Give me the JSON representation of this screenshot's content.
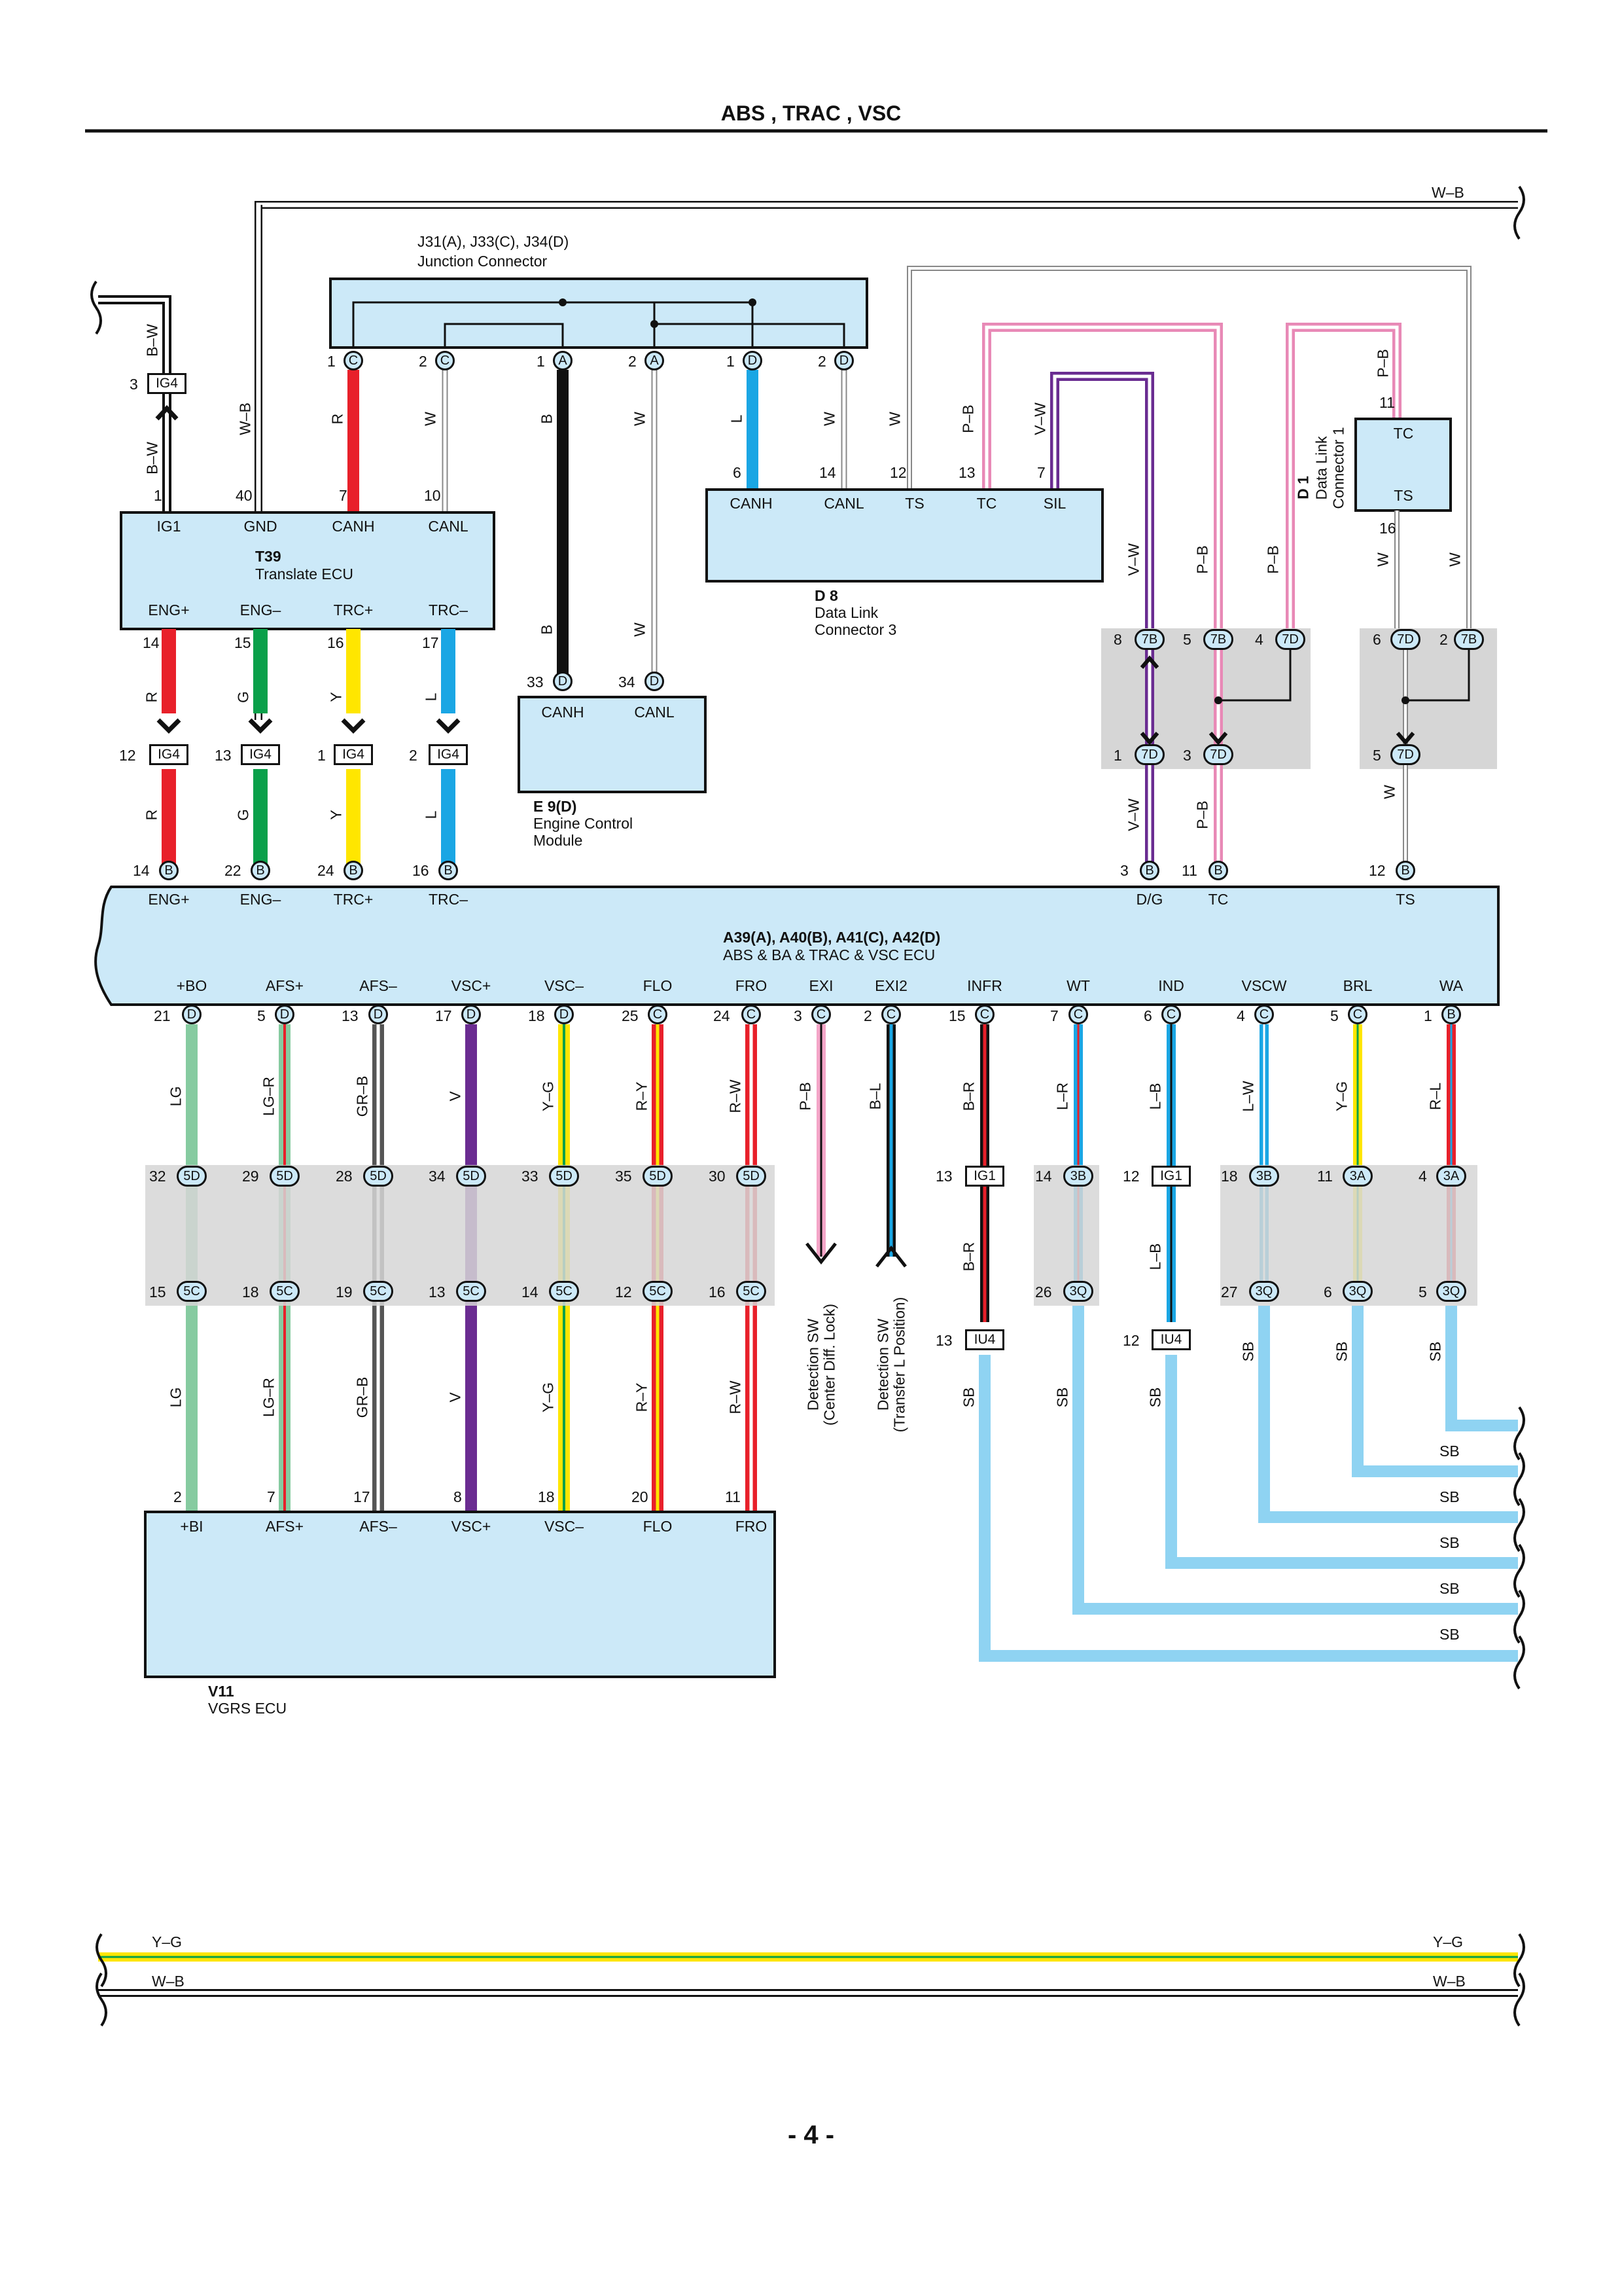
{
  "header": {
    "title": "ABS , TRAC , VSC"
  },
  "footer": {
    "page_number": "- 4 -"
  },
  "top_bus": {
    "label": "W–B"
  },
  "bottom_bus": {
    "label1_left": "Y–G",
    "label1_right": "Y–G",
    "label2_left": "W–B",
    "label2_right": "W–B"
  },
  "junction": {
    "id": "J31(A), J33(C), J34(D)",
    "name": "Junction Connector",
    "pins": [
      {
        "num": "1",
        "conn": "C"
      },
      {
        "num": "2",
        "conn": "C"
      },
      {
        "num": "1",
        "conn": "A"
      },
      {
        "num": "2",
        "conn": "A"
      },
      {
        "num": "1",
        "conn": "D"
      },
      {
        "num": "2",
        "conn": "D"
      }
    ]
  },
  "t39": {
    "id": "T39",
    "name": "Translate ECU",
    "top_pins": [
      {
        "num": "1",
        "name": "IG1"
      },
      {
        "num": "40",
        "name": "GND"
      },
      {
        "num": "7",
        "name": "CANH"
      },
      {
        "num": "10",
        "name": "CANL"
      }
    ],
    "bottom_pins": [
      {
        "num": "14",
        "name": "ENG+"
      },
      {
        "num": "15",
        "name": "ENG–"
      },
      {
        "num": "16",
        "name": "TRC+"
      },
      {
        "num": "17",
        "name": "TRC–"
      }
    ]
  },
  "ig4_top": {
    "pin": "3",
    "label": "IG4"
  },
  "ig4_row": [
    {
      "pin": "12",
      "label": "IG4"
    },
    {
      "pin": "13",
      "label": "IG4"
    },
    {
      "pin": "1",
      "label": "IG4"
    },
    {
      "pin": "2",
      "label": "IG4"
    }
  ],
  "d8": {
    "id": "D 8",
    "name1": "Data Link",
    "name2": "Connector 3",
    "pins": [
      {
        "num": "6",
        "name": "CANH"
      },
      {
        "num": "14",
        "name": "CANL"
      },
      {
        "num": "12",
        "name": "TS"
      },
      {
        "num": "13",
        "name": "TC"
      },
      {
        "num": "7",
        "name": "SIL"
      }
    ]
  },
  "d1": {
    "id": "D 1",
    "name1": "Data Link",
    "name2": "Connector 1",
    "pin_tc": "11",
    "name_tc": "TC",
    "pin_ts": "16",
    "name_ts": "TS"
  },
  "e9": {
    "id": "E 9(D)",
    "name1": "Engine Control",
    "name2": "Module",
    "pins": [
      {
        "num": "33",
        "conn": "D",
        "name": "CANH"
      },
      {
        "num": "34",
        "conn": "D",
        "name": "CANL"
      }
    ]
  },
  "abs_ecu": {
    "id": "A39(A), A40(B), A41(C), A42(D)",
    "name": "ABS & BA & TRAC & VSC ECU",
    "top_pins": [
      {
        "num": "14",
        "conn": "B",
        "name": "ENG+"
      },
      {
        "num": "22",
        "conn": "B",
        "name": "ENG–"
      },
      {
        "num": "24",
        "conn": "B",
        "name": "TRC+"
      },
      {
        "num": "16",
        "conn": "B",
        "name": "TRC–"
      },
      {
        "num": "3",
        "conn": "B",
        "name": "D/G"
      },
      {
        "num": "11",
        "conn": "B",
        "name": "TC"
      },
      {
        "num": "12",
        "conn": "B",
        "name": "TS"
      }
    ],
    "bottom_pins": [
      {
        "num": "21",
        "conn": "D",
        "name": "+BO"
      },
      {
        "num": "5",
        "conn": "D",
        "name": "AFS+"
      },
      {
        "num": "13",
        "conn": "D",
        "name": "AFS–"
      },
      {
        "num": "17",
        "conn": "D",
        "name": "VSC+"
      },
      {
        "num": "18",
        "conn": "D",
        "name": "VSC–"
      },
      {
        "num": "25",
        "conn": "C",
        "name": "FLO"
      },
      {
        "num": "24",
        "conn": "C",
        "name": "FRO"
      },
      {
        "num": "3",
        "conn": "C",
        "name": "EXI"
      },
      {
        "num": "2",
        "conn": "C",
        "name": "EXI2"
      },
      {
        "num": "15",
        "conn": "C",
        "name": "INFR"
      },
      {
        "num": "7",
        "conn": "C",
        "name": "WT"
      },
      {
        "num": "6",
        "conn": "C",
        "name": "IND"
      },
      {
        "num": "4",
        "conn": "C",
        "name": "VSCW"
      },
      {
        "num": "5",
        "conn": "C",
        "name": "BRL"
      },
      {
        "num": "1",
        "conn": "B",
        "name": "WA"
      }
    ]
  },
  "v11": {
    "id": "V11",
    "name": "VGRS ECU",
    "pins": [
      {
        "num": "2",
        "name": "+BI"
      },
      {
        "num": "7",
        "name": "AFS+"
      },
      {
        "num": "17",
        "name": "AFS–"
      },
      {
        "num": "8",
        "name": "VSC+"
      },
      {
        "num": "18",
        "name": "VSC–"
      },
      {
        "num": "20",
        "name": "FLO"
      },
      {
        "num": "11",
        "name": "FRO"
      }
    ]
  },
  "row_5d": [
    {
      "pin": "32",
      "label": "5D"
    },
    {
      "pin": "29",
      "label": "5D"
    },
    {
      "pin": "28",
      "label": "5D"
    },
    {
      "pin": "34",
      "label": "5D"
    },
    {
      "pin": "33",
      "label": "5D"
    },
    {
      "pin": "35",
      "label": "5D"
    },
    {
      "pin": "30",
      "label": "5D"
    }
  ],
  "row_5c": [
    {
      "pin": "15",
      "label": "5C"
    },
    {
      "pin": "18",
      "label": "5C"
    },
    {
      "pin": "19",
      "label": "5C"
    },
    {
      "pin": "13",
      "label": "5C"
    },
    {
      "pin": "14",
      "label": "5C"
    },
    {
      "pin": "12",
      "label": "5C"
    },
    {
      "pin": "16",
      "label": "5C"
    }
  ],
  "right_upper_conn": [
    {
      "pin": "13",
      "label": "IG1",
      "type": "rect"
    },
    {
      "pin": "14",
      "label": "3B",
      "type": "pill"
    },
    {
      "pin": "12",
      "label": "IG1",
      "type": "rect"
    },
    {
      "pin": "18",
      "label": "3B",
      "type": "pill"
    },
    {
      "pin": "11",
      "label": "3A",
      "type": "pill"
    },
    {
      "pin": "4",
      "label": "3A",
      "type": "pill"
    }
  ],
  "right_lower_conn": [
    {
      "pin": "13",
      "label": "IU4",
      "type": "rect"
    },
    {
      "pin": "26",
      "label": "3Q",
      "type": "pill"
    },
    {
      "pin": "12",
      "label": "IU4",
      "type": "rect"
    },
    {
      "pin": "27",
      "label": "3Q",
      "type": "pill"
    },
    {
      "pin": "6",
      "label": "3Q",
      "type": "pill"
    },
    {
      "pin": "5",
      "label": "3Q",
      "type": "pill"
    }
  ],
  "conn_7b": [
    {
      "pin": "8",
      "label": "7B"
    },
    {
      "pin": "5",
      "label": "7B"
    },
    {
      "pin": "4",
      "label": "7D"
    },
    {
      "pin": "6",
      "label": "7D"
    },
    {
      "pin": "2",
      "label": "7B"
    }
  ],
  "conn_7d": [
    {
      "pin": "1",
      "label": "7D"
    },
    {
      "pin": "3",
      "label": "7D"
    },
    {
      "pin": "5",
      "label": "7D"
    }
  ],
  "detection": {
    "sw1_a": "Detection SW",
    "sw1_b": "(Center Diff. Lock)",
    "sw2_a": "Detection SW",
    "sw2_b": "(Transfer L Position)"
  },
  "wires": {
    "bw": "B–W",
    "wb": "W–B",
    "r": "R",
    "w": "W",
    "b": "B",
    "l": "L",
    "pb": "P–B",
    "vw": "V–W",
    "g": "G",
    "y": "Y",
    "lg": "LG",
    "lgr": "LG–R",
    "grb": "GR–B",
    "v": "V",
    "yg": "Y–G",
    "ry": "R–Y",
    "rw": "R–W",
    "bl": "B–L",
    "br": "B–R",
    "lr": "L–R",
    "lb": "L–B",
    "lw": "L–W",
    "rl": "R–L",
    "sb": "SB"
  },
  "colors": {
    "red": "#e8202a",
    "green": "#0aa04a",
    "yellow": "#ffe600",
    "blue": "#1aa6e4",
    "purple": "#6a2c91",
    "pink": "#f4a6c8",
    "lg": "#86cba0",
    "sb": "#8fd3f2",
    "black": "#111111",
    "gray": "#888888",
    "panel": "#cce9f8"
  }
}
